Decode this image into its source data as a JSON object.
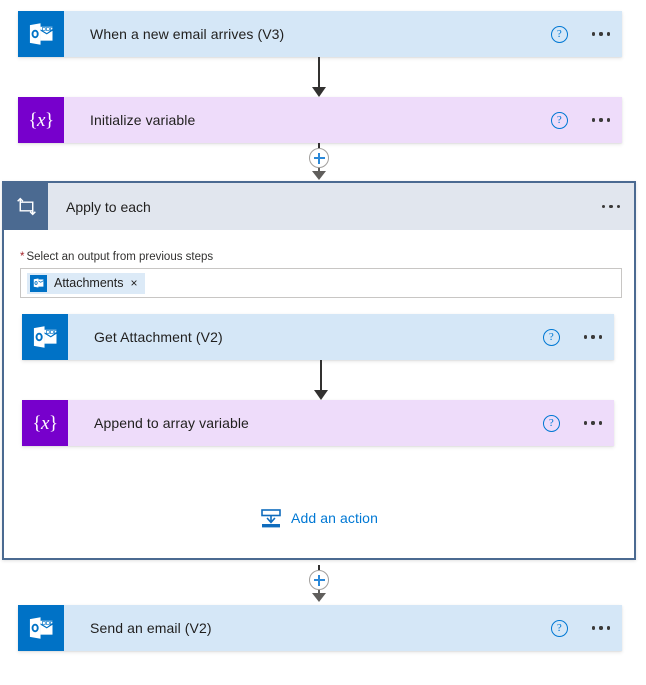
{
  "flow": {
    "nodes": [
      {
        "id": "trigger-when-a-new-email-arrives",
        "title": "When a new email arrives (V3)",
        "connector": "outlook",
        "icon": "outlook-icon",
        "help_label": "?",
        "menu_label": "More commands"
      },
      {
        "id": "action-initialize-variable",
        "title": "Initialize variable",
        "connector": "variable",
        "icon": "variable-icon",
        "help_label": "?",
        "menu_label": "More commands"
      }
    ],
    "scope": {
      "id": "apply-to-each",
      "title": "Apply to each",
      "icon": "loop-icon",
      "menu_label": "More commands",
      "field": {
        "required_marker": "*",
        "label": "Select an output from previous steps",
        "token": {
          "label": "Attachments",
          "remove_label": "×",
          "icon": "outlook-icon"
        }
      },
      "children": [
        {
          "id": "action-get-attachment",
          "title": "Get Attachment (V2)",
          "connector": "outlook",
          "icon": "outlook-icon",
          "help_label": "?",
          "menu_label": "More commands"
        },
        {
          "id": "action-append-to-array-variable",
          "title": "Append to array variable",
          "connector": "variable",
          "icon": "variable-icon",
          "help_label": "?",
          "menu_label": "More commands"
        }
      ],
      "add_action": {
        "label": "Add an action",
        "icon": "add-action-icon"
      }
    },
    "footer_nodes": [
      {
        "id": "action-send-an-email",
        "title": "Send an email (V2)",
        "connector": "outlook",
        "icon": "outlook-icon",
        "help_label": "?",
        "menu_label": "More commands"
      }
    ],
    "insert_buttons": [
      {
        "id": "insert-step-after-initialize-variable",
        "label": "+"
      },
      {
        "id": "insert-step-after-apply-to-each",
        "label": "+"
      }
    ],
    "colors": {
      "outlook_icon_bg": "#0072c6",
      "outlook_card_bg": "#d5e7f7",
      "variable_icon_bg": "#7700cc",
      "variable_card_bg": "#eedcfa",
      "scope_border": "#4b6a91",
      "scope_header_bg": "#e1e6ee",
      "scope_icon_bg": "#4b6a91",
      "accent_link": "#0078d4",
      "required_marker": "#a4262c",
      "arrow": "#323130"
    }
  }
}
